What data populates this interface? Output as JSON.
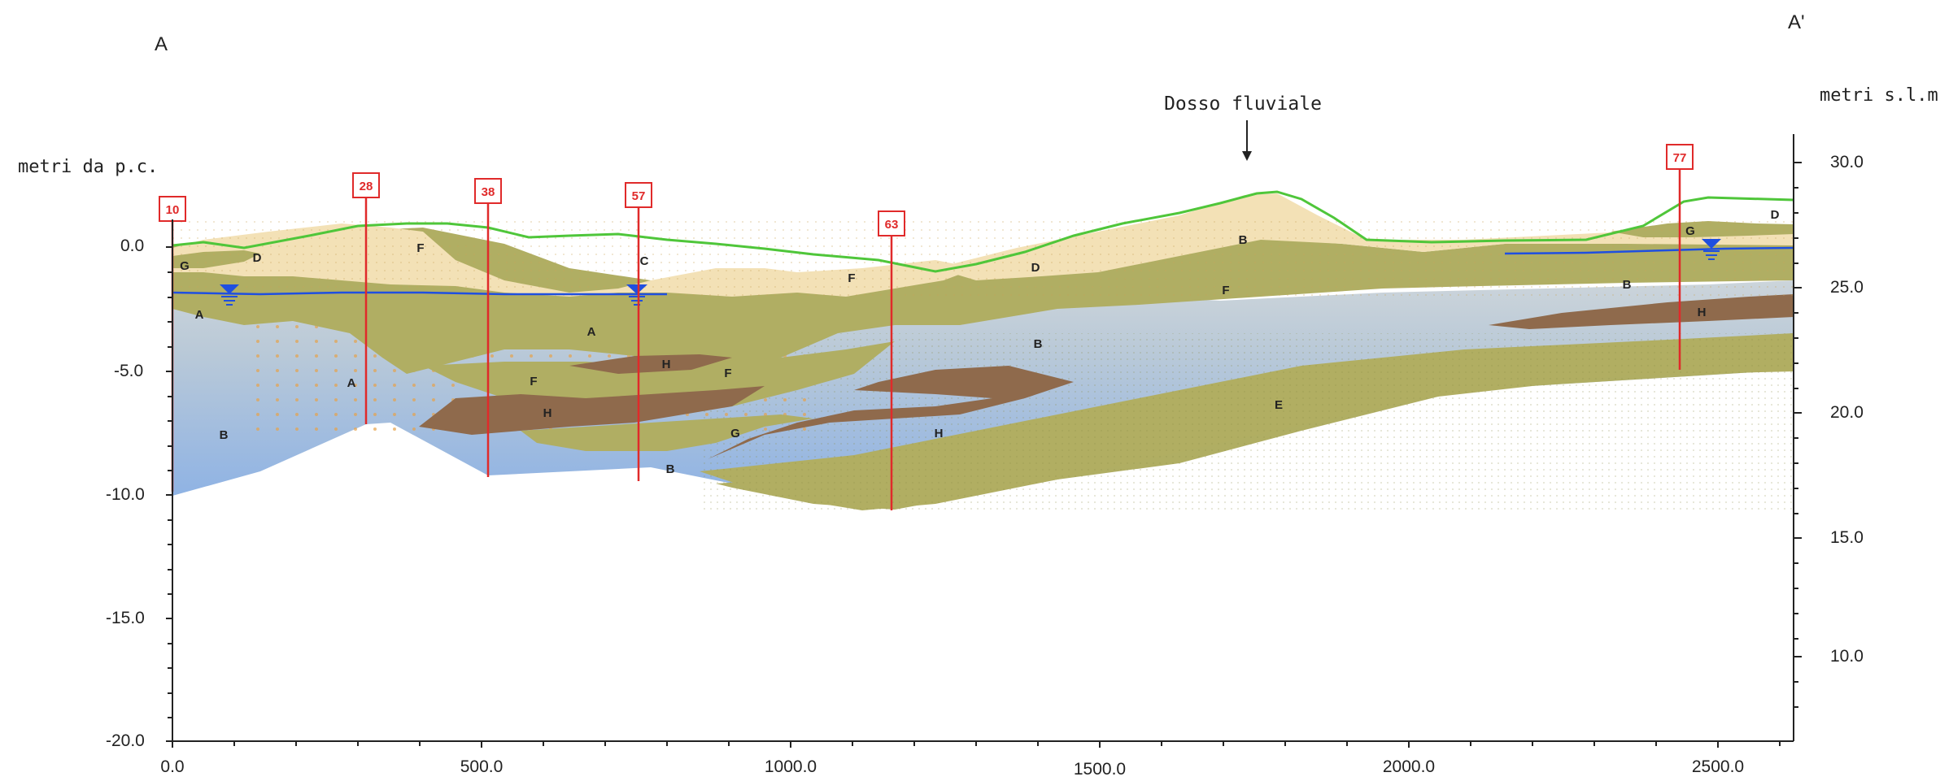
{
  "section": {
    "start_label": "A",
    "end_label": "A'",
    "left_axis_title": "metri da p.c.",
    "right_axis_title": "metri s.l.m.",
    "feature_label": "Dosso fluviale"
  },
  "axes": {
    "x_ticks": [
      "0.0",
      "500.0",
      "1000.0",
      "1500.0",
      "2000.0",
      "2500.0"
    ],
    "left_ticks": [
      "0.0",
      "-5.0",
      "-10.0",
      "-15.0",
      "-20.0"
    ],
    "right_ticks": [
      "30.0",
      "25.0",
      "20.0",
      "15.0",
      "10.0"
    ]
  },
  "wells": [
    "10",
    "28",
    "38",
    "57",
    "63",
    "77"
  ],
  "layer_labels": [
    "G",
    "D",
    "A",
    "A",
    "B",
    "F",
    "F",
    "F",
    "H",
    "H",
    "A",
    "C",
    "F",
    "G",
    "B",
    "F",
    "H",
    "D",
    "B",
    "F",
    "B",
    "E",
    "G",
    "D",
    "B",
    "H"
  ],
  "colors": {
    "ground_line": "#4fc63a",
    "water_table": "#1f4fe0",
    "well": "#e02a2a",
    "sand_light": "#f3e1b6",
    "silt_green": "#b0ae63",
    "clay_brown": "#8f6a4c",
    "aquifer_blue": "#9dbde6",
    "aquifer_grey": "#c5cdd3"
  }
}
